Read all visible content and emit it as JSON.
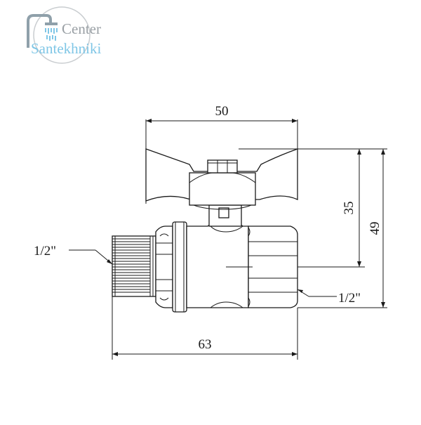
{
  "logo": {
    "line1": "Center",
    "line2": "Santekhniki",
    "accent_color": "#7fc6e6",
    "text_color": "#9aa0a5"
  },
  "dimensions": {
    "width_top": "50",
    "total_length": "63",
    "height_handle": "35",
    "height_total": "49",
    "thread_left": "1/2\"",
    "thread_right": "1/2\""
  },
  "colors": {
    "line": "#1a1a1a",
    "background": "#ffffff"
  }
}
